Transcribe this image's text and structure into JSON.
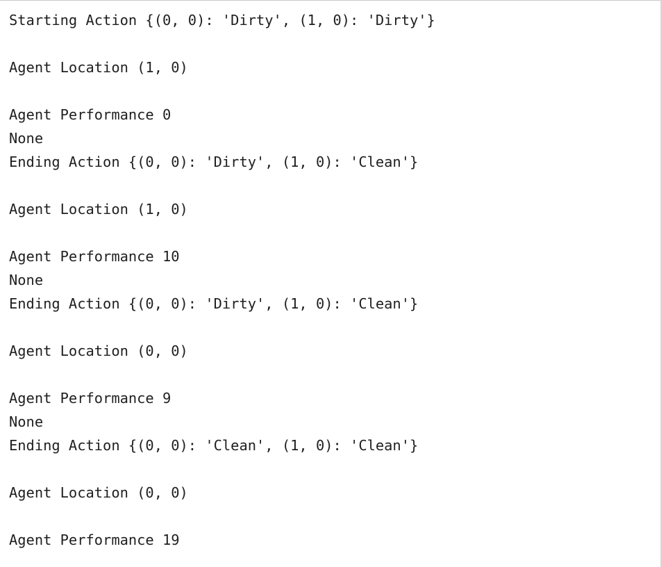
{
  "console": {
    "description": "vacuum-agent simulation log output",
    "text_color": "#1f1f1f",
    "background": "#ffffff",
    "border_top_color": "#c9c9c9",
    "border_right_color": "#e0e0e0",
    "lines": [
      "Starting Action {(0, 0): 'Dirty', (1, 0): 'Dirty'}",
      "",
      "Agent Location (1, 0)",
      "",
      "Agent Performance 0",
      "None",
      "Ending Action {(0, 0): 'Dirty', (1, 0): 'Clean'}",
      "",
      "Agent Location (1, 0)",
      "",
      "Agent Performance 10",
      "None",
      "Ending Action {(0, 0): 'Dirty', (1, 0): 'Clean'}",
      "",
      "Agent Location (0, 0)",
      "",
      "Agent Performance 9",
      "None",
      "Ending Action {(0, 0): 'Clean', (1, 0): 'Clean'}",
      "",
      "Agent Location (0, 0)",
      "",
      "Agent Performance 19"
    ]
  }
}
